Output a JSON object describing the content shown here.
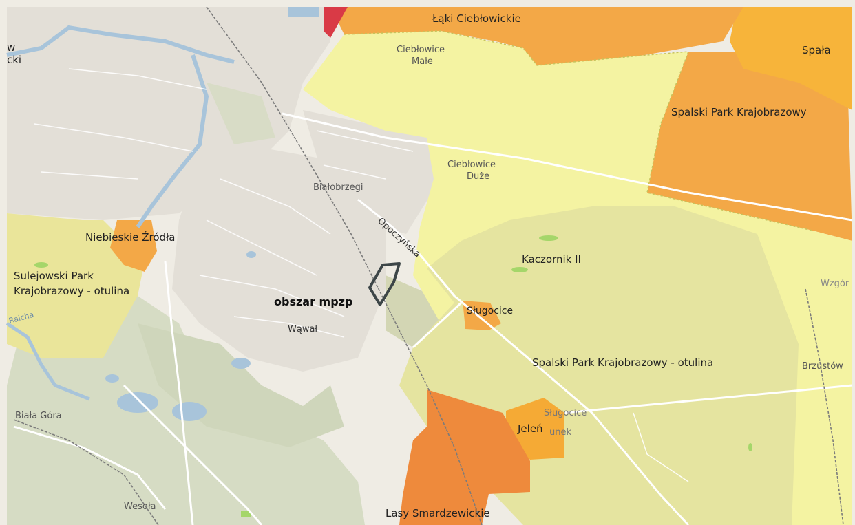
{
  "map": {
    "area_labels": {
      "laki_cieblowickie": "Łąki Ciebłowickie",
      "spala": "Spała",
      "spalski_park": "Spalski Park Krajobrazowy",
      "niebieskie_zrodla": "Niebieskie Źródła",
      "sulejowski_line1": "Sulejowski Park",
      "sulejowski_line2": "Krajobrazowy - otulina",
      "kaczornik": "Kaczornik II",
      "obszar_mpzp": "obszar mpzp",
      "slugocice_reserve": "Sługocice",
      "spalski_otulina": "Spalski Park Krajobrazowy - otulina",
      "jelen": "Jeleń",
      "lasy_smardzewickie": "Lasy Smardzewickie"
    },
    "place_labels": {
      "cieblowice_male_1": "Ciebłowice",
      "cieblowice_male_2": "Małe",
      "cieblowice_duze_1": "Ciebłowice",
      "cieblowice_duze_2": "Duże",
      "bialobrzegi": "Białobrzegi",
      "wawal": "Wąwał",
      "biala_gora": "Biała Góra",
      "wesola": "Wesoła",
      "brzustow": "Brzustów",
      "wzgorz": "Wzgór",
      "slugocice_village": "Sługocice",
      "unek": "unek",
      "left_w": "w",
      "left_cki": "cki",
      "raicha": "Raicha"
    },
    "road_labels": {
      "opoczynska": "Opoczyńska"
    },
    "colors": {
      "base": "#efece4",
      "urban": "#e3dfd7",
      "forest": "#d6dcc4",
      "zone_yellow": "#f4f3a2",
      "zone_olive": "#e5e4a0",
      "zone_orange": "#f3a847",
      "zone_dark_orange": "#ee8a3c",
      "zone_red": "#d93a46",
      "water": "#a8c4da",
      "mpzp_outline": "#3d4648"
    }
  }
}
